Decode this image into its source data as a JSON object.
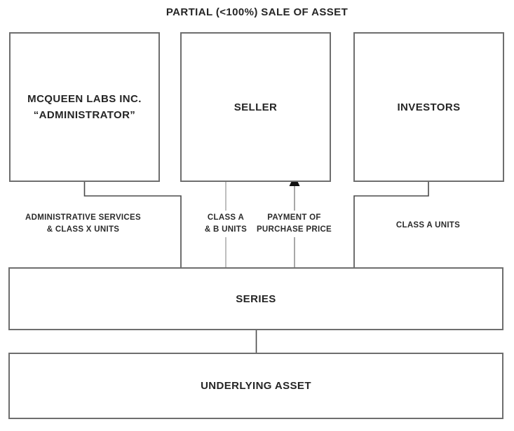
{
  "title": "PARTIAL (<100%) SALE OF ASSET",
  "nodes": {
    "administrator": {
      "line1": "MCQUEEN LABS INC.",
      "line2": "“ADMINISTRATOR”"
    },
    "seller": {
      "label": "SELLER"
    },
    "investors": {
      "label": "INVESTORS"
    },
    "series": {
      "label": "SERIES"
    },
    "underlying_asset": {
      "label": "UNDERLYING ASSET"
    }
  },
  "edges": {
    "administrator_to_series": {
      "line1": "ADMINISTRATIVE SERVICES",
      "line2": "& CLASS X UNITS"
    },
    "seller_to_series": {
      "line1": "CLASS A",
      "line2": "& B UNITS"
    },
    "series_to_seller": {
      "line1": "PAYMENT OF",
      "line2": "PURCHASE PRICE",
      "arrow": "up"
    },
    "investors_to_series": {
      "label": "CLASS A UNITS"
    }
  },
  "colors": {
    "background": "#ffffff",
    "box_border": "#6e6e6e",
    "connector_dark": "#4a4a4a",
    "connector_light": "#9a9a9a",
    "arrowhead": "#111111",
    "text": "#252525"
  }
}
